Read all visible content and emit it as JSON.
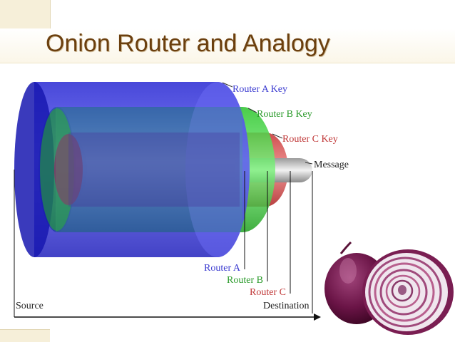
{
  "slide": {
    "title": "Onion Router and Analogy"
  },
  "diagram": {
    "layers": [
      {
        "key_label": "Router A Key",
        "router_label": "Router A",
        "color": "#2f2fd6"
      },
      {
        "key_label": "Router B Key",
        "router_label": "Router B",
        "color": "#2fbf2f"
      },
      {
        "key_label": "Router C Key",
        "router_label": "Router C",
        "color": "#d04848"
      }
    ],
    "message_label": "Message",
    "source_label": "Source",
    "destination_label": "Destination"
  },
  "photo": {
    "subject": "red-onion"
  }
}
